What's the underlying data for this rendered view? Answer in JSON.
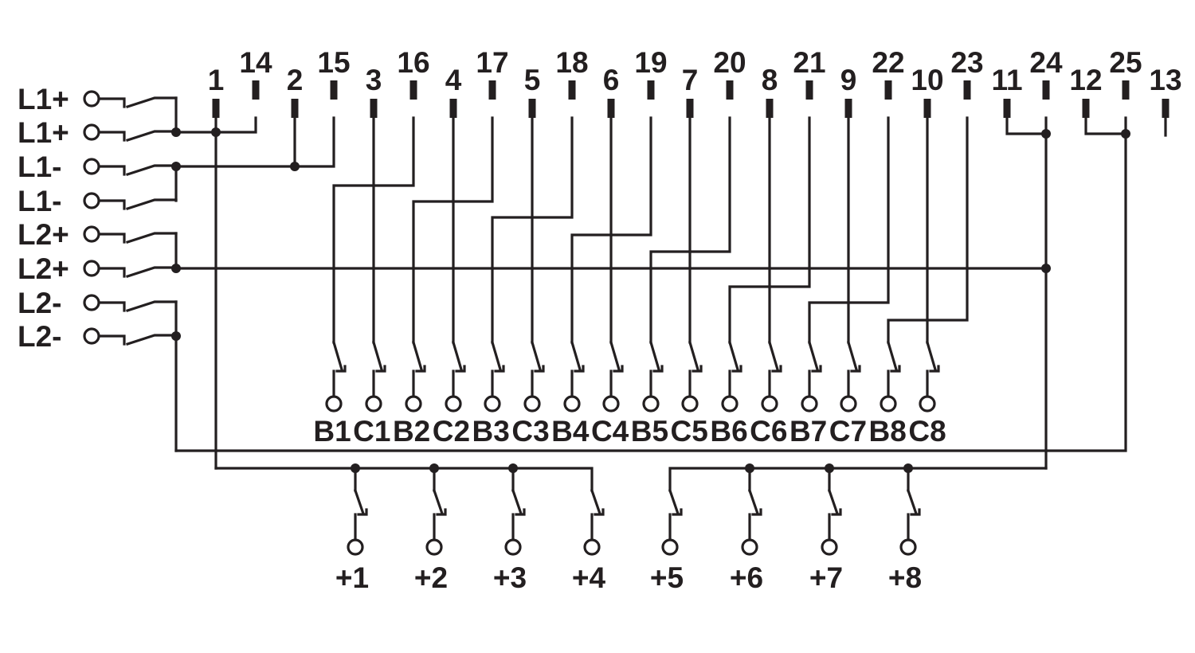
{
  "diagram": {
    "colors": {
      "line": "#231f20",
      "background": "#ffffff"
    },
    "top_pins": [
      {
        "label": "1",
        "kind": "pin"
      },
      {
        "label": "14",
        "kind": "pin"
      },
      {
        "label": "2",
        "kind": "pin"
      },
      {
        "label": "15",
        "kind": "pin"
      },
      {
        "label": "3",
        "kind": "pin"
      },
      {
        "label": "16",
        "kind": "pin"
      },
      {
        "label": "4",
        "kind": "pin"
      },
      {
        "label": "17",
        "kind": "pin"
      },
      {
        "label": "5",
        "kind": "pin"
      },
      {
        "label": "18",
        "kind": "pin"
      },
      {
        "label": "6",
        "kind": "pin"
      },
      {
        "label": "19",
        "kind": "pin"
      },
      {
        "label": "7",
        "kind": "pin"
      },
      {
        "label": "20",
        "kind": "pin"
      },
      {
        "label": "8",
        "kind": "pin"
      },
      {
        "label": "21",
        "kind": "pin"
      },
      {
        "label": "9",
        "kind": "pin"
      },
      {
        "label": "22",
        "kind": "pin"
      },
      {
        "label": "10",
        "kind": "pin"
      },
      {
        "label": "23",
        "kind": "pin"
      },
      {
        "label": "11",
        "kind": "pin"
      },
      {
        "label": "24",
        "kind": "pin"
      },
      {
        "label": "12",
        "kind": "pin"
      },
      {
        "label": "25",
        "kind": "pin"
      },
      {
        "label": "13",
        "kind": "pin"
      }
    ],
    "left_terminals": [
      "L1+",
      "L1+",
      "L1-",
      "L1-",
      "L2+",
      "L2+",
      "L2-",
      "L2-"
    ],
    "middle_terminals": [
      "B1",
      "C1",
      "B2",
      "C2",
      "B3",
      "C3",
      "B4",
      "C4",
      "B5",
      "C5",
      "B6",
      "C6",
      "B7",
      "C7",
      "B8",
      "C8"
    ],
    "bottom_terminals": [
      "+1",
      "+2",
      "+3",
      "+4",
      "+5",
      "+6",
      "+7",
      "+8"
    ]
  }
}
